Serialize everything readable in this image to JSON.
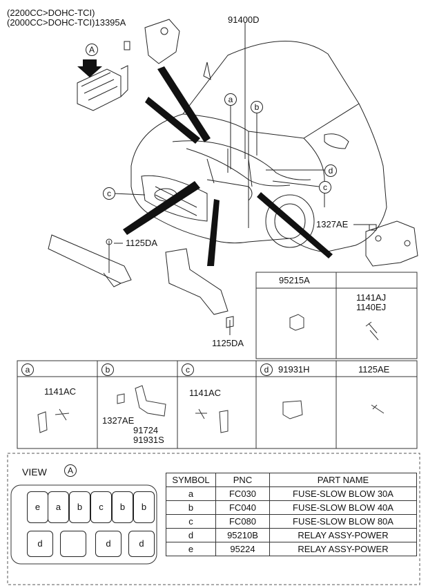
{
  "header": {
    "line1": "(2200CC>DOHC-TCI)",
    "line2": "(2000CC>DOHC-TCI)13395A"
  },
  "callouts": {
    "main_part": "91400D",
    "view_marker": "A",
    "a": "a",
    "b": "b",
    "c": "c",
    "d": "d",
    "c2": "c",
    "p1327AE": "1327AE",
    "p1125DA_left": "1125DA",
    "p1125DA_bottom": "1125DA"
  },
  "grid_top": {
    "col1_header": "95215A",
    "col2_header": "",
    "col2_parts": [
      "1141AJ",
      "1140EJ"
    ]
  },
  "grid_bottom": {
    "cells": [
      {
        "circle": "a",
        "title": "",
        "parts": [
          "1141AC"
        ]
      },
      {
        "circle": "b",
        "title": "",
        "parts": [
          "1327AE",
          "91724",
          "91931S"
        ]
      },
      {
        "circle": "c",
        "title": "",
        "parts": [
          "1141AC"
        ]
      },
      {
        "circle": "d",
        "title": "91931H",
        "parts": []
      },
      {
        "circle": "",
        "title": "1125AE",
        "parts": []
      }
    ]
  },
  "view": {
    "label": "VIEW",
    "marker": "A",
    "top_row": [
      "e",
      "a",
      "b",
      "c",
      "b",
      "b"
    ],
    "bottom_row": [
      "d",
      "",
      "d",
      "d"
    ]
  },
  "parts_table": {
    "headers": [
      "SYMBOL",
      "PNC",
      "PART NAME"
    ],
    "rows": [
      [
        "a",
        "FC030",
        "FUSE-SLOW BLOW 30A"
      ],
      [
        "b",
        "FC040",
        "FUSE-SLOW BLOW 40A"
      ],
      [
        "c",
        "FC080",
        "FUSE-SLOW BLOW 80A"
      ],
      [
        "d",
        "95210B",
        "RELAY ASSY-POWER"
      ],
      [
        "e",
        "95224",
        "RELAY ASSY-POWER"
      ]
    ]
  }
}
